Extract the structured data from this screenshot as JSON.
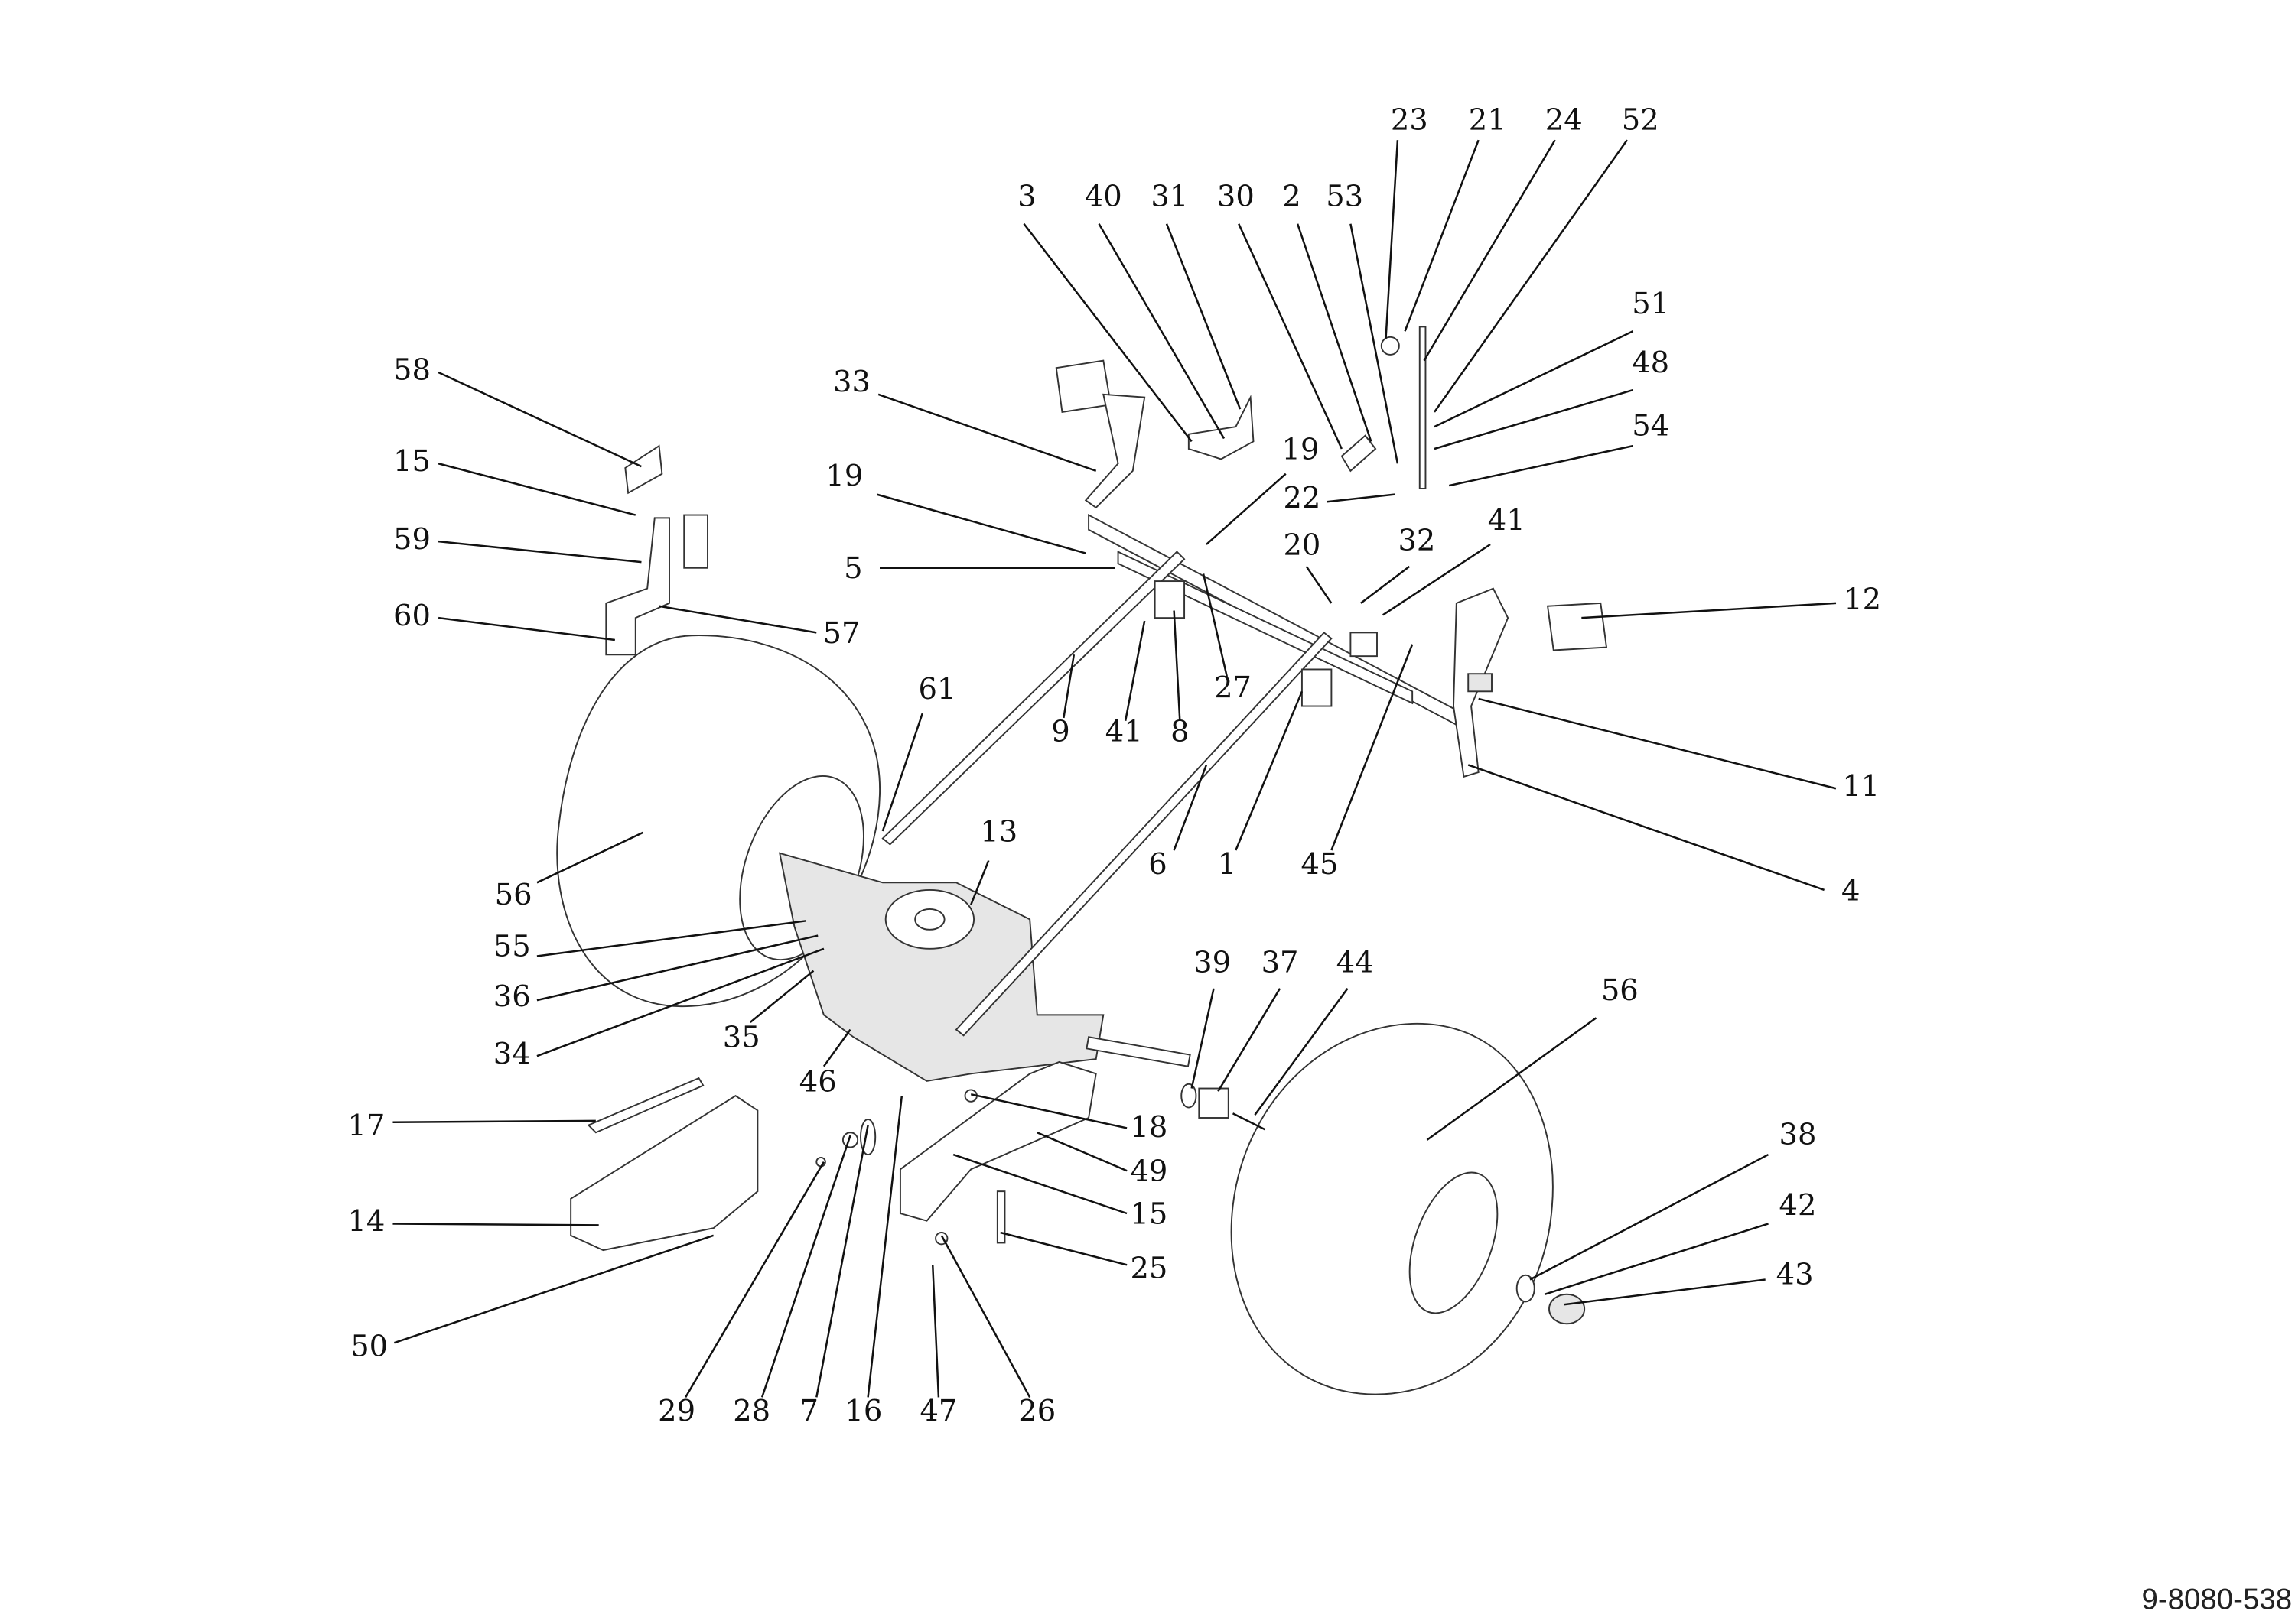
{
  "diagram": {
    "document_number": "9-8080-538",
    "callouts": [
      "23",
      "21",
      "24",
      "52",
      "3",
      "40",
      "31",
      "30",
      "2",
      "53",
      "51",
      "48",
      "54",
      "58",
      "15",
      "59",
      "60",
      "57",
      "33",
      "19",
      "5",
      "19",
      "22",
      "20",
      "32",
      "41",
      "12",
      "27",
      "8",
      "41",
      "9",
      "61",
      "13",
      "6",
      "1",
      "45",
      "11",
      "4",
      "56",
      "55",
      "36",
      "34",
      "35",
      "46",
      "39",
      "37",
      "44",
      "56",
      "18",
      "49",
      "15",
      "25",
      "17",
      "14",
      "50",
      "38",
      "42",
      "43",
      "29",
      "28",
      "7",
      "16",
      "47",
      "26"
    ]
  }
}
